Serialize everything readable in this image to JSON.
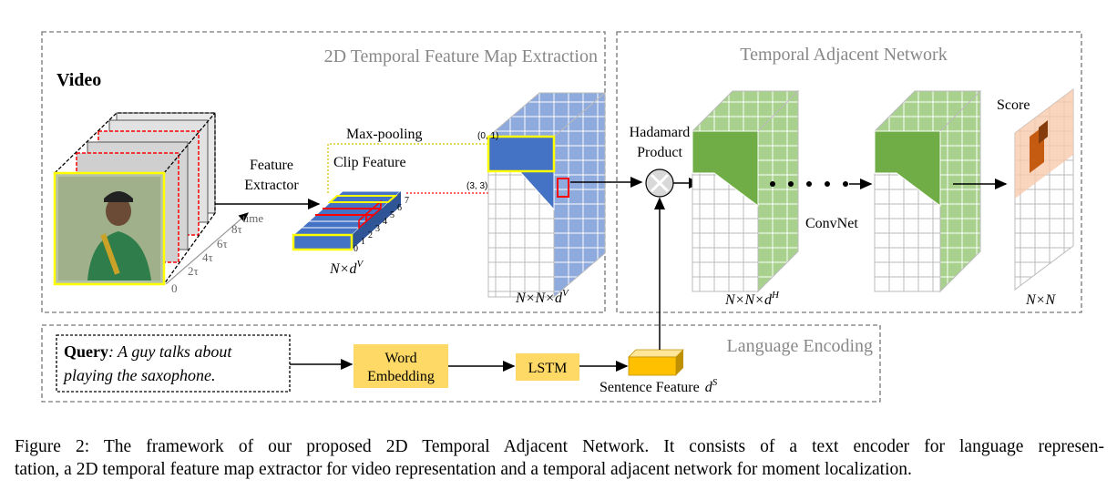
{
  "sections": {
    "extraction": "2D Temporal Feature Map Extraction",
    "adjacent": "Temporal Adjacent Network",
    "language": "Language Encoding"
  },
  "video": {
    "title": "Video",
    "time_label": "time",
    "ticks": [
      "0",
      "2τ",
      "4τ",
      "6τ",
      "8τ"
    ]
  },
  "extractor": {
    "line1": "Feature",
    "line2": "Extractor"
  },
  "maxpool": "Max-pooling",
  "clip_feature": "Clip Feature",
  "clip_dim": "N×d",
  "clip_dim_sup": "V",
  "clip_indices": [
    "0",
    "1",
    "2",
    "3",
    "4",
    "5",
    "6",
    "7"
  ],
  "map_coords": {
    "a": "(0, 1)",
    "b": "(3, 3)"
  },
  "map_dim": "N×N×d",
  "map_dim_sup": "V",
  "hadamard": {
    "line1": "Hadamard",
    "line2": "Product"
  },
  "convnet": "ConvNet",
  "conv_dim": "N×N×d",
  "conv_dim_sup": "H",
  "score": "Score",
  "score_dim": "N×N",
  "query": {
    "bold": "Query",
    "line1": ": A guy talks about",
    "line2": "playing the saxophone."
  },
  "word_embedding": {
    "line1": "Word",
    "line2": "Embedding"
  },
  "lstm": "LSTM",
  "sentence_feature": "Sentence Feature",
  "sentence_dim": "d",
  "sentence_dim_sup": "S",
  "caption": {
    "line1": "Figure 2:  The framework of our proposed 2D Temporal Adjacent Network. It consists of a text encoder for language represen-",
    "line2": "tation, a 2D temporal feature map extractor for video representation and a temporal adjacent network for moment localization."
  },
  "colors": {
    "blue_feature": "#4472c4",
    "blue_light": "#8faadc",
    "green_feature": "#70ad47",
    "orange_score": "#c55a11",
    "yellow_box": "#ffc000",
    "highlight_yellow": "#ffff00",
    "highlight_red": "#ff0000",
    "dash_gray": "#666666"
  }
}
